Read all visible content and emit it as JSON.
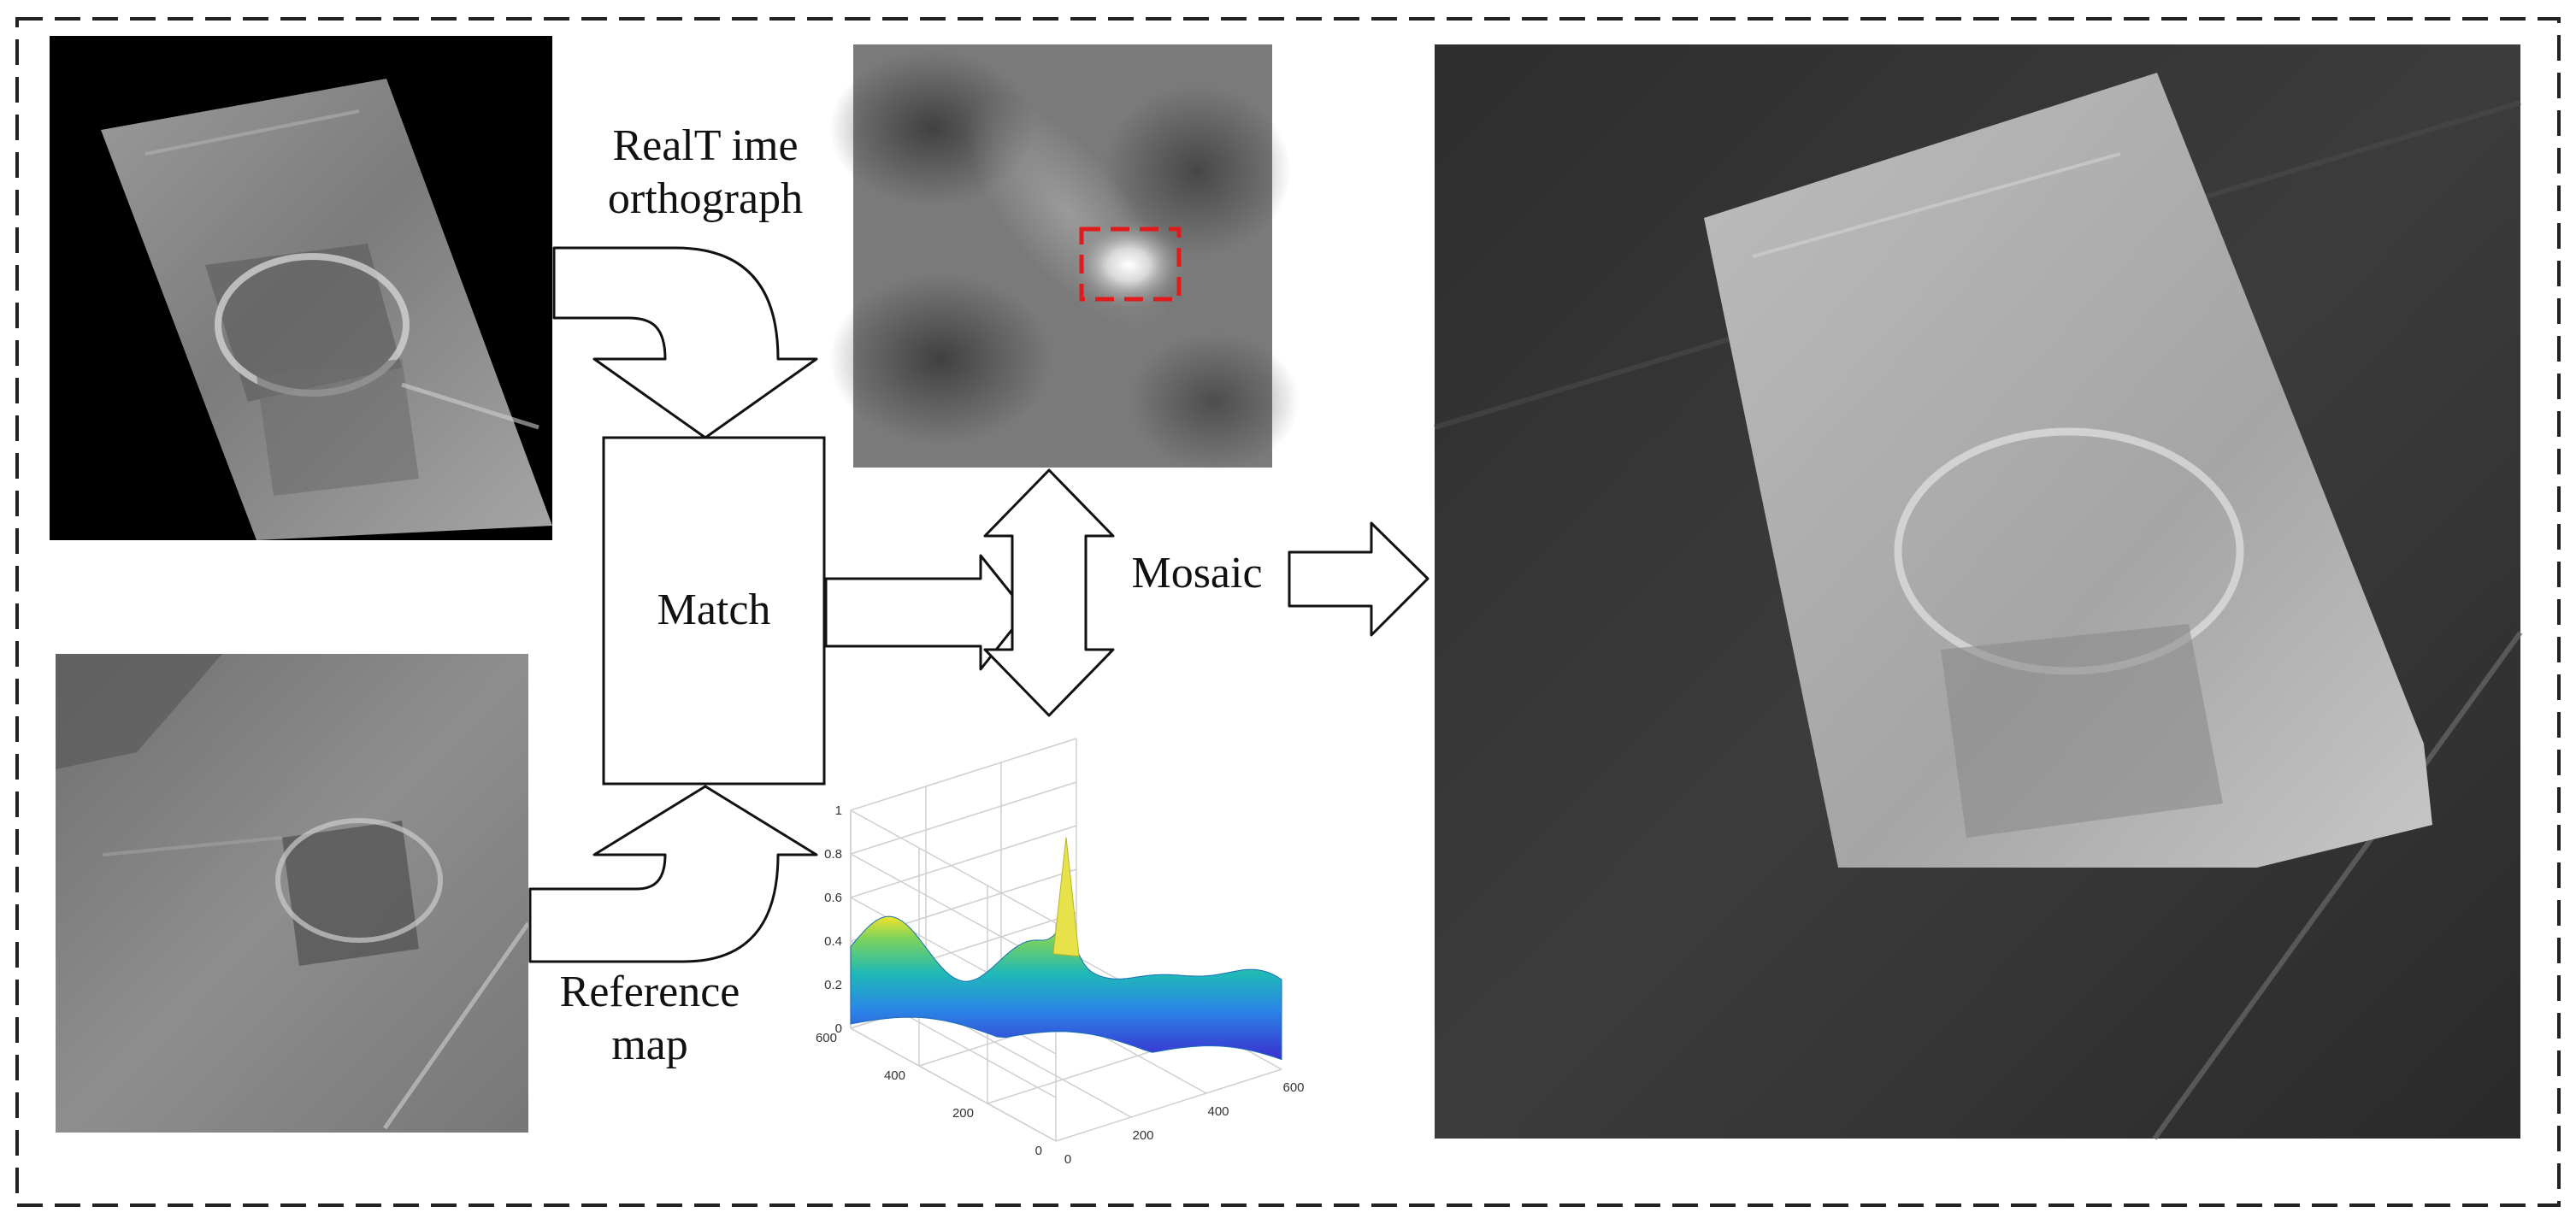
{
  "labels": {
    "realtime": [
      "RealT ime",
      "orthograph"
    ],
    "reference": [
      "Reference",
      "map"
    ],
    "match": "Match",
    "mosaic": "Mosaic"
  },
  "colors": {
    "frame": "#222222",
    "arrow_stroke": "#111111",
    "peak_box": "#e01b1b",
    "surface_low": "#3a2fd0",
    "surface_mid": "#1fb9b6",
    "surface_high": "#f2e32a"
  },
  "chart_data": {
    "type": "surface",
    "title": "",
    "z_ticks": [
      "0",
      "0.2",
      "0.4",
      "0.6",
      "0.8",
      "1"
    ],
    "x_ticks": [
      "0",
      "200",
      "400",
      "600"
    ],
    "y_ticks": [
      "0",
      "200",
      "400",
      "600"
    ],
    "z_range": [
      0,
      1
    ],
    "x_range": [
      0,
      600
    ],
    "y_range": [
      0,
      600
    ],
    "background_level": 0.35,
    "peak": {
      "x": 300,
      "y": 300,
      "z": 0.97
    }
  }
}
